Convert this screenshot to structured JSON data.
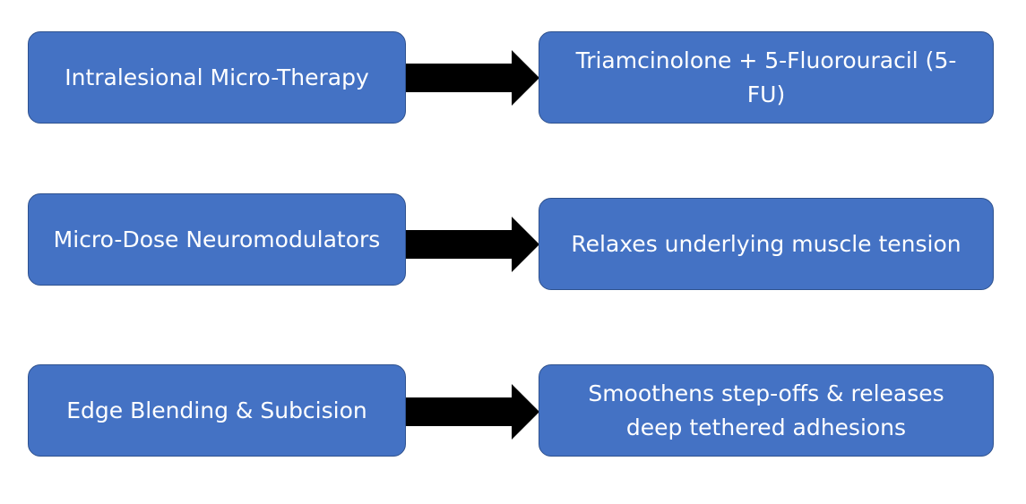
{
  "colors": {
    "box_fill": "#4472C4",
    "box_border": "#2F528F",
    "box_text": "#FFFFFF",
    "arrow": "#000000"
  },
  "rows": [
    {
      "left": "Intralesional Micro-Therapy",
      "right": "Triamcinolone + 5-Fluorouracil (5-FU)"
    },
    {
      "left": "Micro-Dose Neuromodulators",
      "right": "Relaxes underlying muscle tension"
    },
    {
      "left": "Edge Blending & Subcision",
      "right": "Smoothens step-offs & releases deep tethered adhesions"
    }
  ]
}
